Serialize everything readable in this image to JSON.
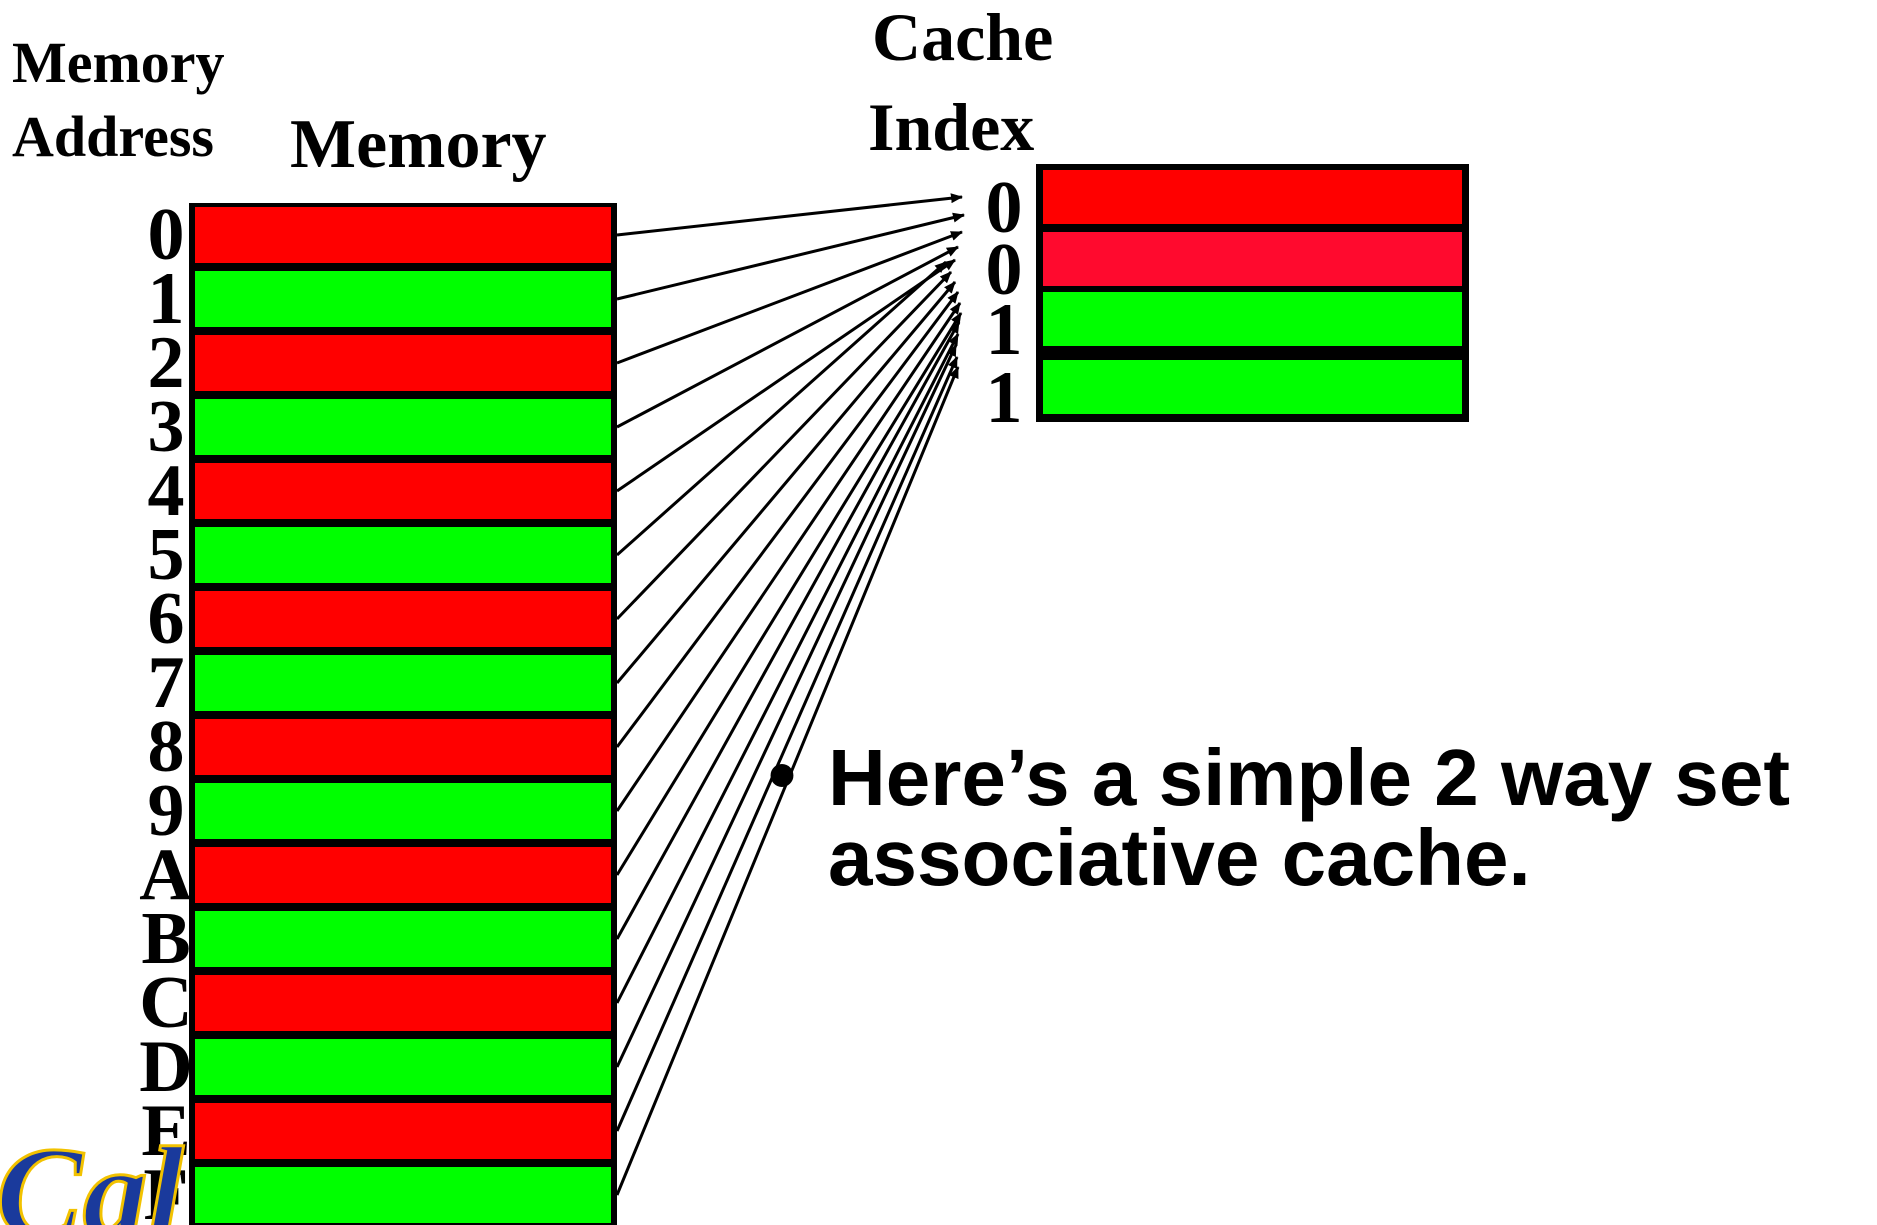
{
  "headers": {
    "memory_address": [
      "Memory",
      "Address"
    ],
    "memory": "Memory",
    "cache_index": [
      "Cache",
      "Index"
    ]
  },
  "memory": {
    "addresses": [
      "0",
      "1",
      "2",
      "3",
      "4",
      "5",
      "6",
      "7",
      "8",
      "9",
      "A",
      "B",
      "C",
      "D",
      "E",
      "F"
    ],
    "block_colors": [
      "red",
      "green",
      "red",
      "green",
      "red",
      "green",
      "red",
      "green",
      "red",
      "green",
      "red",
      "green",
      "red",
      "green",
      "red",
      "green"
    ]
  },
  "cache": {
    "indices": [
      "0",
      "0",
      "1",
      "1"
    ],
    "block_colors": [
      "red",
      "crimson",
      "green",
      "green"
    ]
  },
  "mapping": [
    0,
    0,
    0,
    0,
    0,
    1,
    1,
    1,
    1,
    1,
    1,
    1,
    1,
    1,
    1,
    1
  ],
  "note": {
    "bullet": "•",
    "lines": [
      "Here’s a simple 2 way set",
      "associative cache."
    ]
  },
  "logo": {
    "text": "Cal"
  },
  "colors": {
    "red": "#ff0000",
    "crimson": "#ff0a2e",
    "green": "#00ff00",
    "border": "#000000",
    "logo": "#1a3a9c"
  }
}
